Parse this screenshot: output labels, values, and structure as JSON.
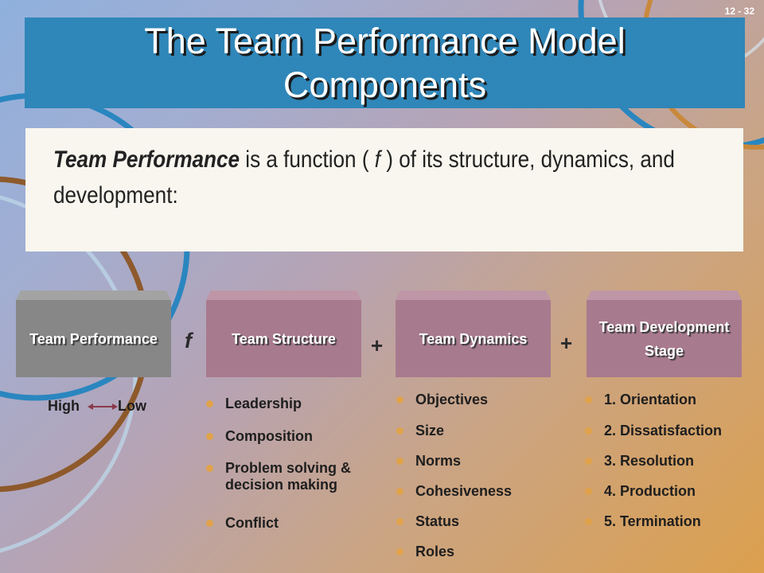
{
  "slide_number": "12 - 32",
  "title": "The Team Performance Model Components",
  "statement": {
    "emphasis": "Team Performance",
    "part1": " is a function ( ",
    "fn_symbol": "f",
    "part2": " ) of its structure, dynamics, and development:"
  },
  "boxes": {
    "performance": "Team Performance",
    "structure": "Team Structure",
    "dynamics": "Team Dynamics",
    "development_line1": "Team Development",
    "development_line2": "Stage"
  },
  "operators": {
    "function": "f",
    "plus1": "+",
    "plus2": "+"
  },
  "performance_scale": {
    "high": "High",
    "low": "Low"
  },
  "structure_items": [
    "Leadership",
    "Composition",
    "Problem solving & decision making",
    "Conflict"
  ],
  "dynamics_items": [
    "Objectives",
    "Size",
    "Norms",
    "Cohesiveness",
    "Status",
    "Roles"
  ],
  "development_items": [
    "1. Orientation",
    "2. Dissatisfaction",
    "3. Resolution",
    "4. Production",
    "5. Termination"
  ],
  "colors": {
    "title_bar": "#2f86b8",
    "gray_box": "#878787",
    "mauve_box": "#a87a8e",
    "bullet": "#e0a24a",
    "arc_blue": "#2a86bf",
    "arc_brown": "#8e5a2c",
    "arc_orange": "#c9893c"
  }
}
